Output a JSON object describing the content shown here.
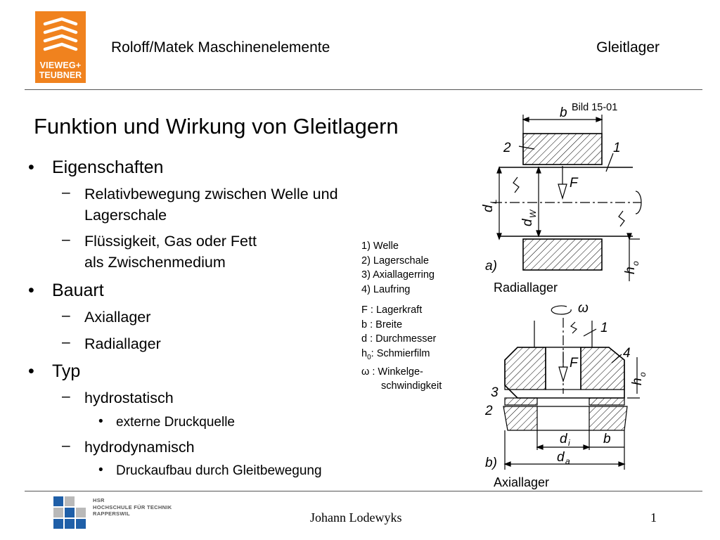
{
  "header": {
    "publisher_line1": "VIEWEG+",
    "publisher_line2": "TEUBNER",
    "left": "Roloff/Matek Maschinenelemente",
    "right": "Gleitlager"
  },
  "title": "Funktion und Wirkung von Gleitlagern",
  "outline": {
    "eigenschaften": "Eigenschaften",
    "relativ1": "Relativbewegung zwischen Welle und",
    "relativ2": "Lagerschale",
    "fluessig1": "Flüssigkeit, Gas oder Fett",
    "fluessig2": "als Zwischenmedium",
    "bauart": "Bauart",
    "axiallager": "Axiallager",
    "radiallager": "Radiallager",
    "typ": "Typ",
    "hydrostatisch": "hydrostatisch",
    "externe": "externe Druckquelle",
    "hydrodynamisch": "hydrodynamisch",
    "druckaufbau": "Druckaufbau durch Gleitbewegung"
  },
  "legend": {
    "parts": [
      "1) Welle",
      "2) Lagerschale",
      "3) Axiallagerring",
      "4) Laufring"
    ],
    "F": "F : Lagerkraft",
    "b": "b : Breite",
    "d": "d : Durchmesser",
    "h_main": "h",
    "h_sub": "0",
    "h_rest": ": Schmierfilm",
    "omega1": "ω : Winkelge-",
    "omega2": "schwindigkeit"
  },
  "figure": {
    "label": "Bild 15-01",
    "caption_radial": "Radiallager",
    "caption_axial": "Axiallager",
    "radial_labels": {
      "b": "b",
      "n2": "2",
      "n1": "1",
      "F": "F",
      "dL": "d",
      "dL_sub": "L",
      "dW": "d",
      "dW_sub": "W",
      "a": "a)",
      "h0": "h",
      "h0_sub": "o"
    },
    "axial_labels": {
      "omega": "ω",
      "n1": "1",
      "n4": "4",
      "F": "F",
      "h0": "h",
      "h0_sub": "o",
      "n3": "3",
      "n2": "2",
      "di": "d",
      "di_sub": "i",
      "b": "b",
      "da": "d",
      "da_sub": "a",
      "bb": "b)"
    }
  },
  "footer": {
    "school1": "HSR",
    "school2": "HOCHSCHULE FÜR TECHNIK",
    "school3": "RAPPERSWIL",
    "author": "Johann Lodewyks",
    "page": "1"
  },
  "colors": {
    "brand": "#f0821e",
    "hsr_blue": "#1f5fa8",
    "hsr_grey": "#b9b9b9"
  }
}
